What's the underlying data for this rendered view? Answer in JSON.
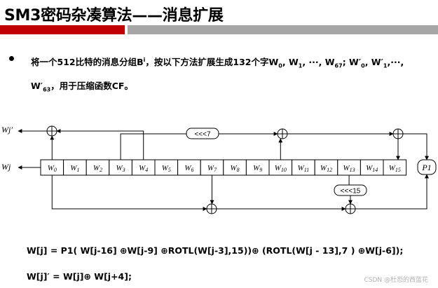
{
  "title": "SM3密码杂凑算法——消息扩展",
  "bullet": {
    "line1_a": "将一个512比特的消息分组B",
    "line1_sup": "i",
    "line1_b": "，按以下方法扩展生成132个字W",
    "w_start": "0",
    "sep1": ", W",
    "w_1": "1",
    "sep2": ", ···, W",
    "w_67": "67",
    "sep3": "; W′",
    "wp_0": "0",
    "sep4": ", W′",
    "wp_1": "1",
    "sep5": ",···,",
    "line2_a": "W′",
    "wp_63": "63",
    "line2_b": "，用于压缩函数CF。"
  },
  "diagram": {
    "out_label_top": "Wj′",
    "out_label_bottom": "Wj",
    "cells": [
      "W0",
      "W1",
      "W2",
      "W3",
      "W4",
      "W5",
      "W6",
      "W7",
      "W8",
      "W9",
      "W10",
      "W11",
      "W12",
      "W13",
      "W14",
      "W15"
    ],
    "p1_label": "P1",
    "rot7_label": "<<<7",
    "rot15_label": "<<<15"
  },
  "formulas": {
    "f1": "W[j] = P1( W[j-16] ⊕W[j-9] ⊕ROTL(W[j-3],15))⊕ (ROTL(W[j - 13],7 ) ⊕W[j-6]);",
    "f2": "W[j]′ =  W[j]⊕ W[j+4];"
  },
  "watermark": "CSDN @杜恐的西蓝花"
}
